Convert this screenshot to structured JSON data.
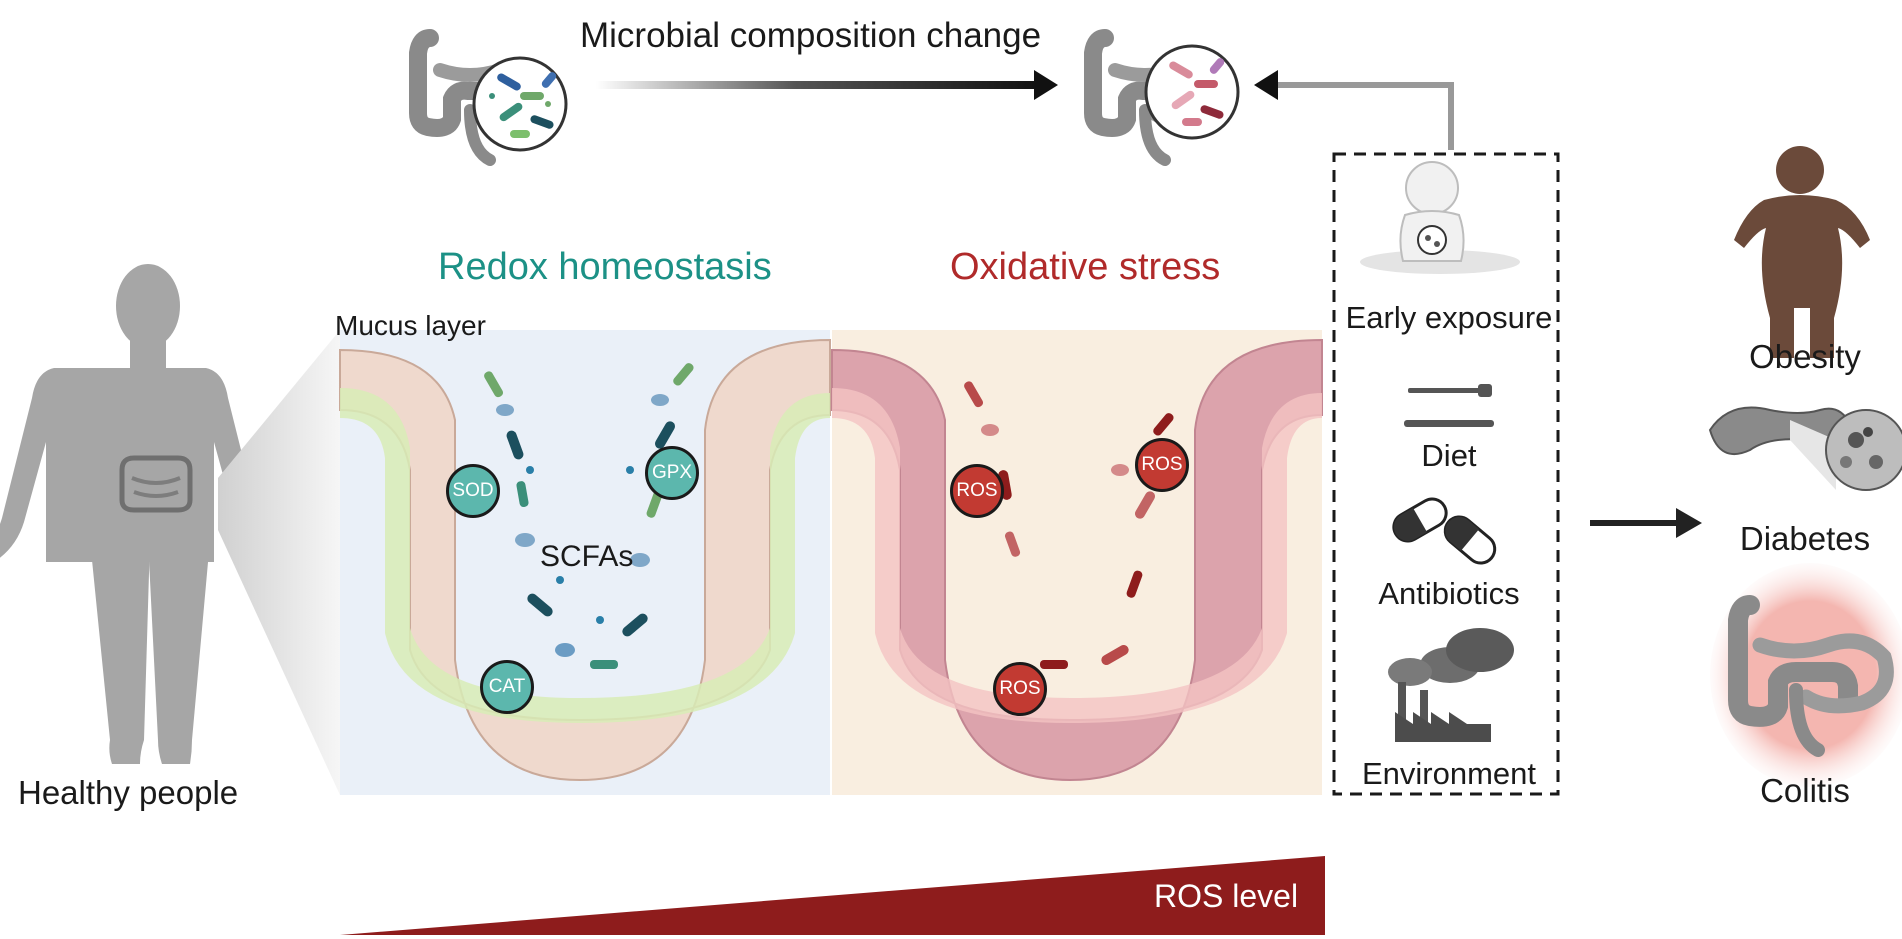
{
  "top": {
    "composition_label": "Microbial composition change"
  },
  "panels": {
    "left_title": "Redox homeostasis",
    "right_title": "Oxidative stress",
    "mucus_label": "Mucus layer",
    "scfa_label": "SCFAs"
  },
  "enzymes": {
    "sod": "SOD",
    "gpx": "GPX",
    "cat": "CAT"
  },
  "ros_badge": "ROS",
  "person_label": "Healthy people",
  "factors": {
    "early_exposure": "Early exposure",
    "diet": "Diet",
    "antibiotics": "Antibiotics",
    "environment": "Environment"
  },
  "outcomes": {
    "obesity": "Obesity",
    "diabetes": "Diabetes",
    "colitis": "Colitis"
  },
  "gradient": {
    "label": "ROS level"
  },
  "colors": {
    "redox_teal": "#1c9186",
    "stress_red": "#b02a2a",
    "gradient_red": "#8e1c1c",
    "obesity_brown": "#6b4a3a"
  }
}
